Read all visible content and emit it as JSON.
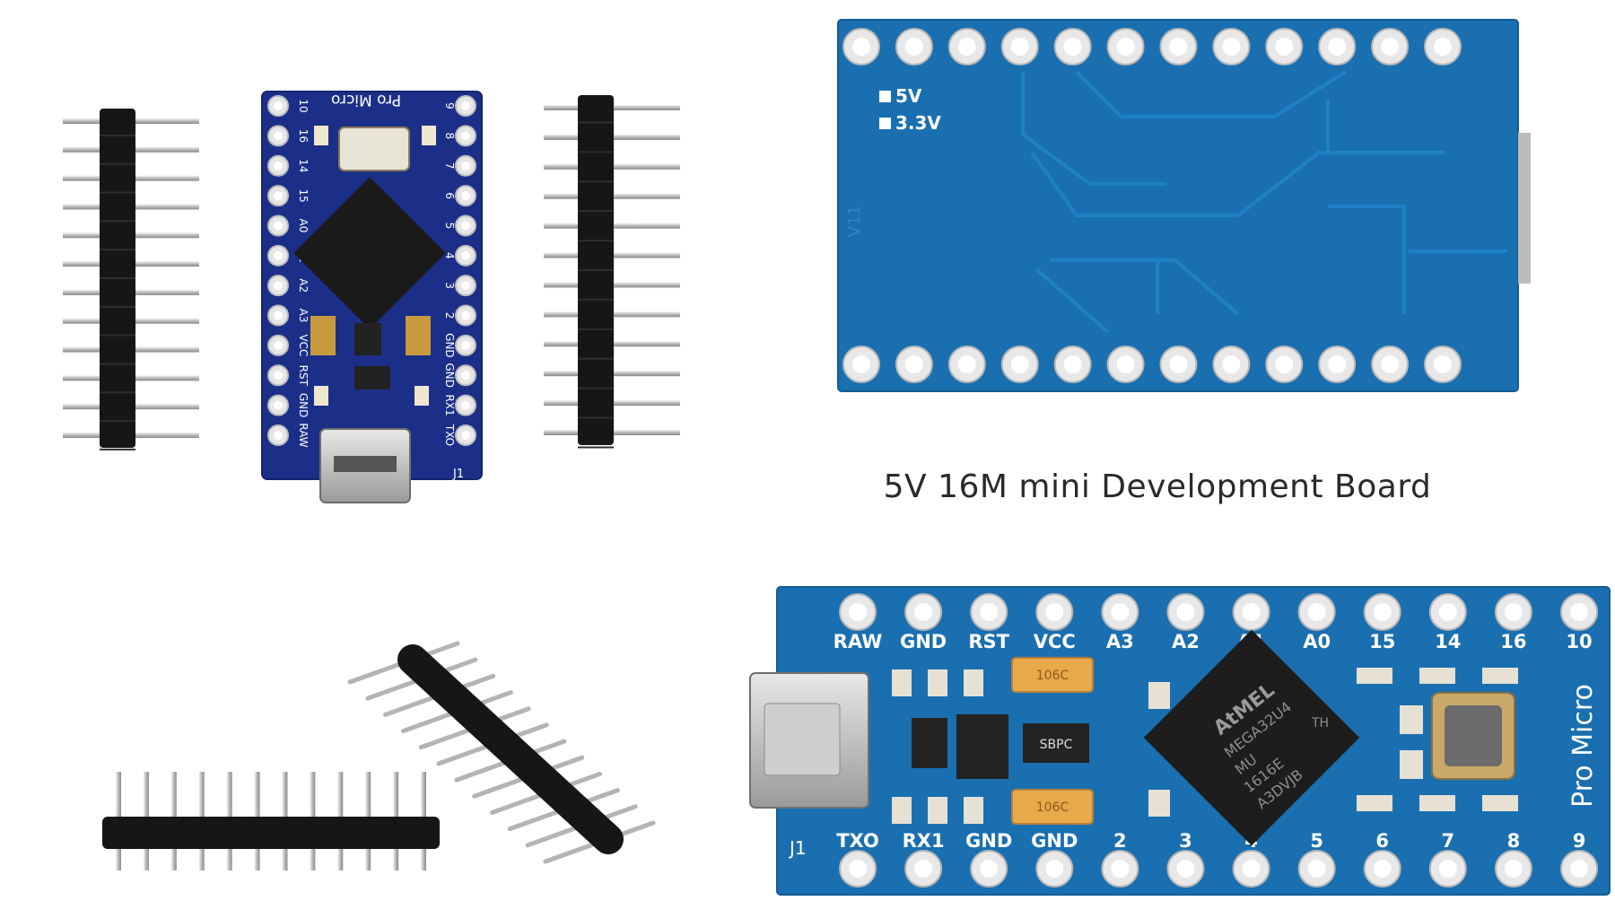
{
  "caption": "5V 16M mini Development Board",
  "board_top_small": {
    "brand": "Pro Micro",
    "left_pins": [
      "RAW",
      "GND",
      "RST",
      "VCC",
      "A3",
      "A2",
      "A1",
      "A0",
      "15",
      "14",
      "16",
      "10"
    ],
    "right_pins": [
      "TXO",
      "RX1",
      "GND",
      "GND",
      "2",
      "3",
      "4",
      "5",
      "6",
      "7",
      "8",
      "9"
    ],
    "connector_label": "J1"
  },
  "board_back": {
    "jumper_5v": "5V",
    "jumper_33v": "3.3V",
    "version": "V11"
  },
  "board_front_large": {
    "top_pins": [
      "RAW",
      "GND",
      "RST",
      "VCC",
      "A3",
      "A2",
      "A1",
      "A0",
      "15",
      "14",
      "16",
      "10"
    ],
    "bottom_pins": [
      "TXO",
      "RX1",
      "GND",
      "GND",
      "2",
      "3",
      "4",
      "5",
      "6",
      "7",
      "8",
      "9"
    ],
    "brand": "Pro Micro",
    "connector_label": "J1",
    "chip_brand": "AtMEL",
    "chip_lines": [
      "MEGA32U4",
      "MU",
      "1616E",
      "A3DVJB"
    ],
    "chip_suffix": "TH",
    "regulator_code": "SBPC",
    "cap_top_code": "106C",
    "cap_bottom_code": "106C"
  },
  "colors": {
    "pcb_blue": "#1a6fb0",
    "pcb_dark_blue": "#1c2f88",
    "silkscreen": "#ffffff",
    "pad_gold": "#d8d8d8",
    "header_black": "#161616",
    "pin_silver": "#c9c9c9",
    "caption_text": "#2a2a2a"
  }
}
